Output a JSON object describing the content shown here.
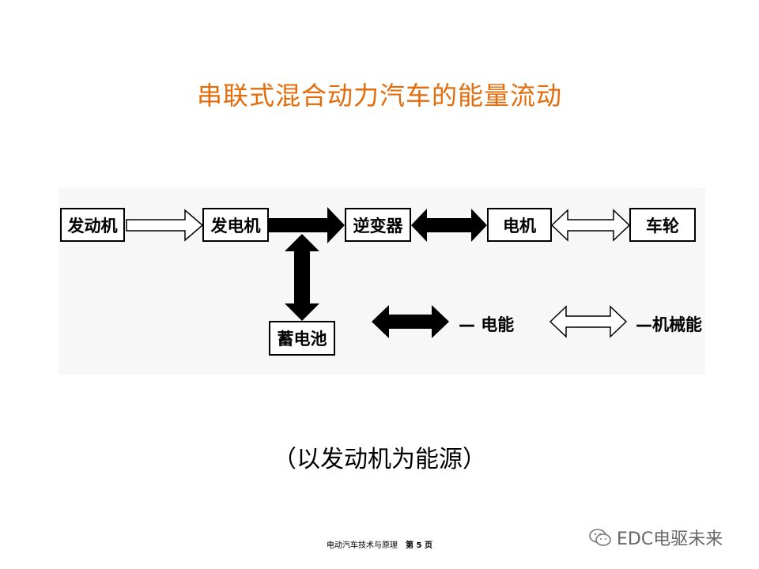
{
  "title": "串联式混合动力汽车的能量流动",
  "boxes": {
    "engine": "发动机",
    "generator": "发电机",
    "inverter": "逆变器",
    "motor": "电机",
    "wheels": "车轮",
    "battery": "蓄电池"
  },
  "legend": {
    "electric": "— 电能",
    "mechanical": "—机械能"
  },
  "caption": "（以发动机为能源）",
  "footer": {
    "text": "电动汽车技术与原理",
    "page": "第 5 页"
  },
  "watermark": "EDC电驱未来",
  "colors": {
    "title": "#E46C0A",
    "electric_arrow": "#000000",
    "mechanical_arrow": "#ffffff"
  }
}
